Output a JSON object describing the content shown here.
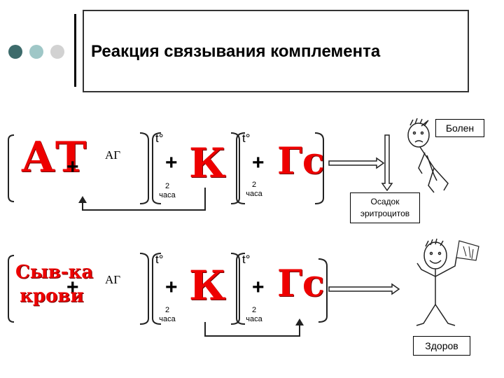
{
  "title": "Реакция связывания комплемента",
  "labels": {
    "antibody": "АТ",
    "antigen": "АГ",
    "complement": "К",
    "hemolytic_system": "Гс",
    "serum_line1": "Сыв-ка",
    "serum_line2": "крови",
    "temperature": "t°",
    "time_value": "2",
    "time_unit": "часа",
    "plus": "+"
  },
  "results": {
    "sick": "Болен",
    "sediment_line1": "Осадок",
    "sediment_line2": "эритроцитов",
    "healthy": "Здоров"
  },
  "colors": {
    "accent_red": "#e00000",
    "dot_dark": "#3d6b6b",
    "dot_mid": "#9fc7c7",
    "dot_light": "#d2d2d2"
  }
}
